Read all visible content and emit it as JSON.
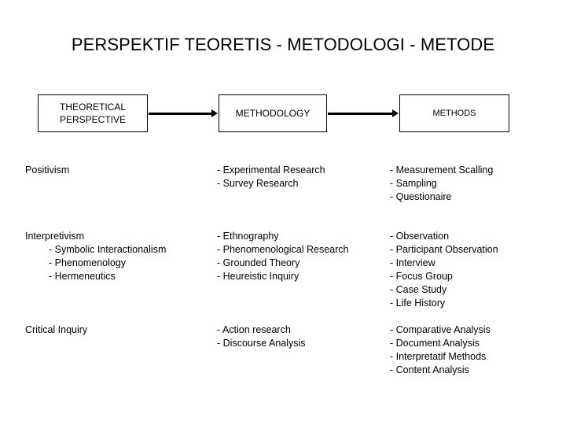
{
  "slide": {
    "title": "PERSPEKTIF TEORETIS - METODOLOGI - METODE",
    "background_color": "#ffffff",
    "text_color": "#000000"
  },
  "flow": {
    "boxes": [
      {
        "id": "theoretical-perspective",
        "label": "THEORETICAL\nPERSPECTIVE"
      },
      {
        "id": "methodology",
        "label": "METHODOLOGY"
      },
      {
        "id": "methods",
        "label": "METHODS"
      }
    ],
    "arrows": [
      {
        "id": "arrow-perspective-to-methodology",
        "from": "theoretical-perspective",
        "to": "methodology"
      },
      {
        "id": "arrow-methodology-to-methods",
        "from": "methodology",
        "to": "methods"
      }
    ]
  },
  "matrix": {
    "rows": [
      {
        "id": "positivism",
        "perspective": {
          "head": "Positivism",
          "subs": []
        },
        "methodology": [
          "- Experimental Research",
          "- Survey Research"
        ],
        "methods": [
          "- Measurement Scalling",
          "- Sampling",
          "- Questionaire"
        ]
      },
      {
        "id": "interpretivism",
        "perspective": {
          "head": "Interpretivism",
          "subs": [
            "- Symbolic Interactionalism",
            "- Phenomenology",
            "- Hermeneutics"
          ]
        },
        "methodology": [
          "- Ethnography",
          "- Phenomenological Research",
          "- Grounded Theory",
          "- Heureistic Inquiry"
        ],
        "methods": [
          "- Observation",
          "- Participant Observation",
          "- Interview",
          "- Focus Group",
          "- Case Study",
          "- Life History"
        ]
      },
      {
        "id": "critical-inquiry",
        "perspective": {
          "head": "Critical Inquiry",
          "subs": []
        },
        "methodology": [
          "- Action research",
          "- Discourse Analysis"
        ],
        "methods": [
          "- Comparative Analysis",
          "- Document Analysis",
          "- Interpretatif Methods",
          "- Content Analysis"
        ]
      }
    ]
  }
}
